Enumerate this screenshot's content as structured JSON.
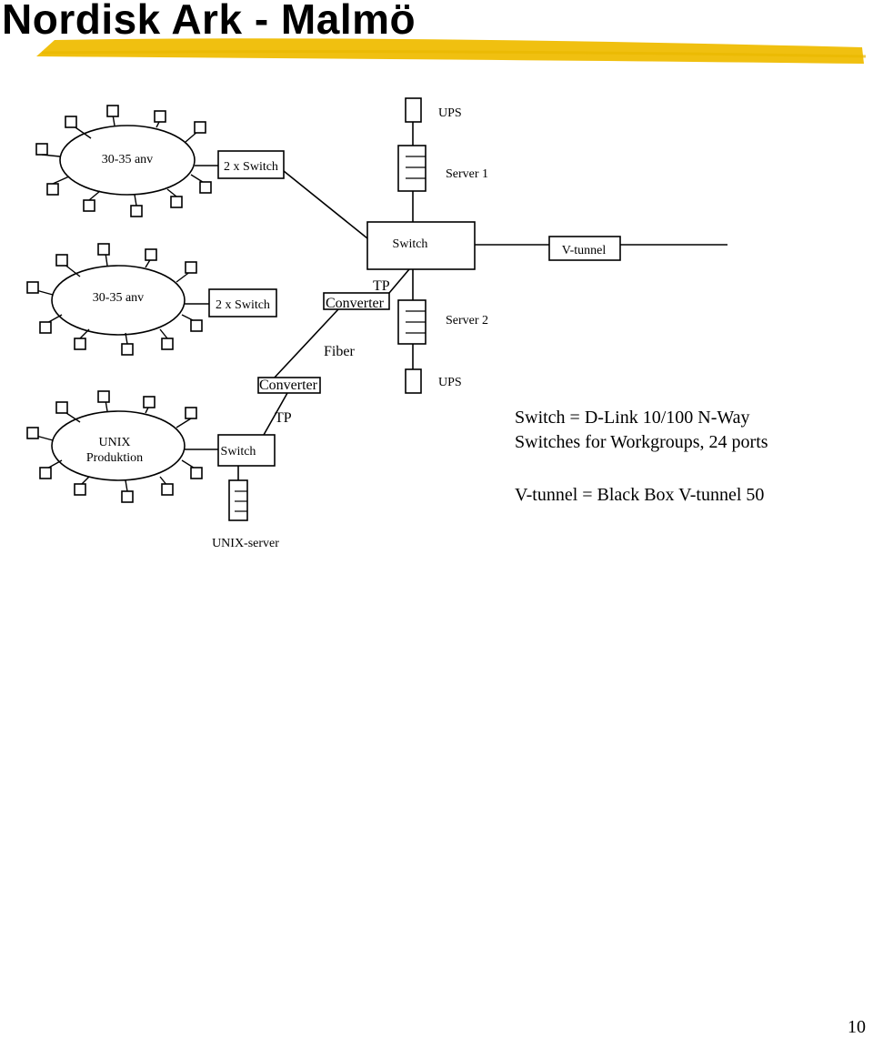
{
  "title": "Nordisk Ark - Malmö",
  "colors": {
    "highlight": "#F0C010",
    "line": "#000000"
  },
  "groups": {
    "group1": "30-35 anv",
    "group2": "30-35 anv",
    "group3_line1": "UNIX",
    "group3_line2": "Produktion"
  },
  "devices": {
    "switch_pair_1": "2 x Switch",
    "switch_pair_2": "2 x Switch",
    "core_switch": "Switch",
    "vtunnel": "V-tunnel",
    "converter_top": "Converter",
    "converter_bottom": "Converter",
    "unix_switch": "Switch",
    "ups_top": "UPS",
    "ups_bottom": "UPS",
    "server1": "Server 1",
    "server2": "Server 2",
    "unix_server": "UNIX-server"
  },
  "links": {
    "tp_top": "TP",
    "fiber": "Fiber",
    "tp_bottom": "TP"
  },
  "legend": {
    "line1": "Switch = D-Link 10/100 N-Way",
    "line2": "Switches for Workgroups, 24 ports",
    "line3": "V-tunnel = Black Box V-tunnel 50"
  },
  "page_number": "10"
}
